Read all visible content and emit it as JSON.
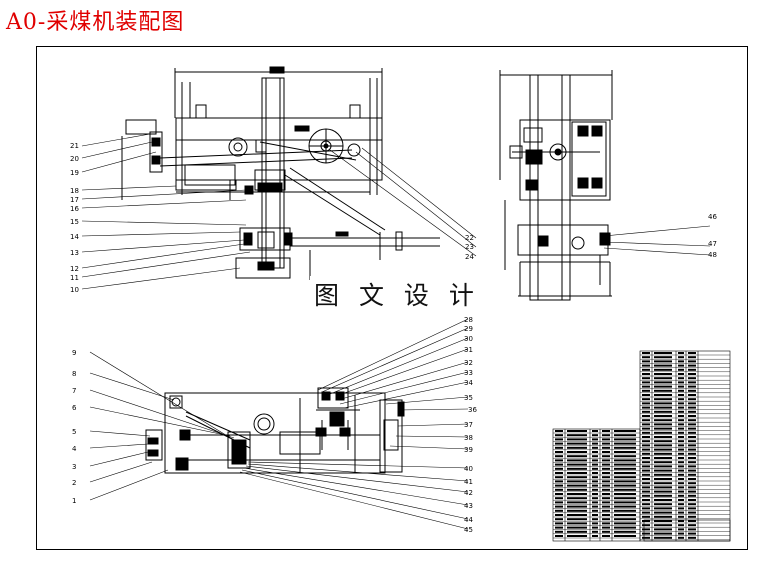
{
  "title": "A0-采煤机装配图",
  "watermark": "图 文 设 计",
  "part_numbers": [
    "1",
    "2",
    "3",
    "4",
    "5",
    "6",
    "7",
    "8",
    "9",
    "10",
    "11",
    "12",
    "13",
    "14",
    "15",
    "16",
    "17",
    "18",
    "19",
    "20",
    "21",
    "22",
    "23",
    "24",
    "28",
    "29",
    "30",
    "31",
    "32",
    "33",
    "34",
    "35",
    "36",
    "37",
    "38",
    "39",
    "40",
    "41",
    "42",
    "43",
    "44",
    "45",
    "46",
    "47",
    "48"
  ]
}
